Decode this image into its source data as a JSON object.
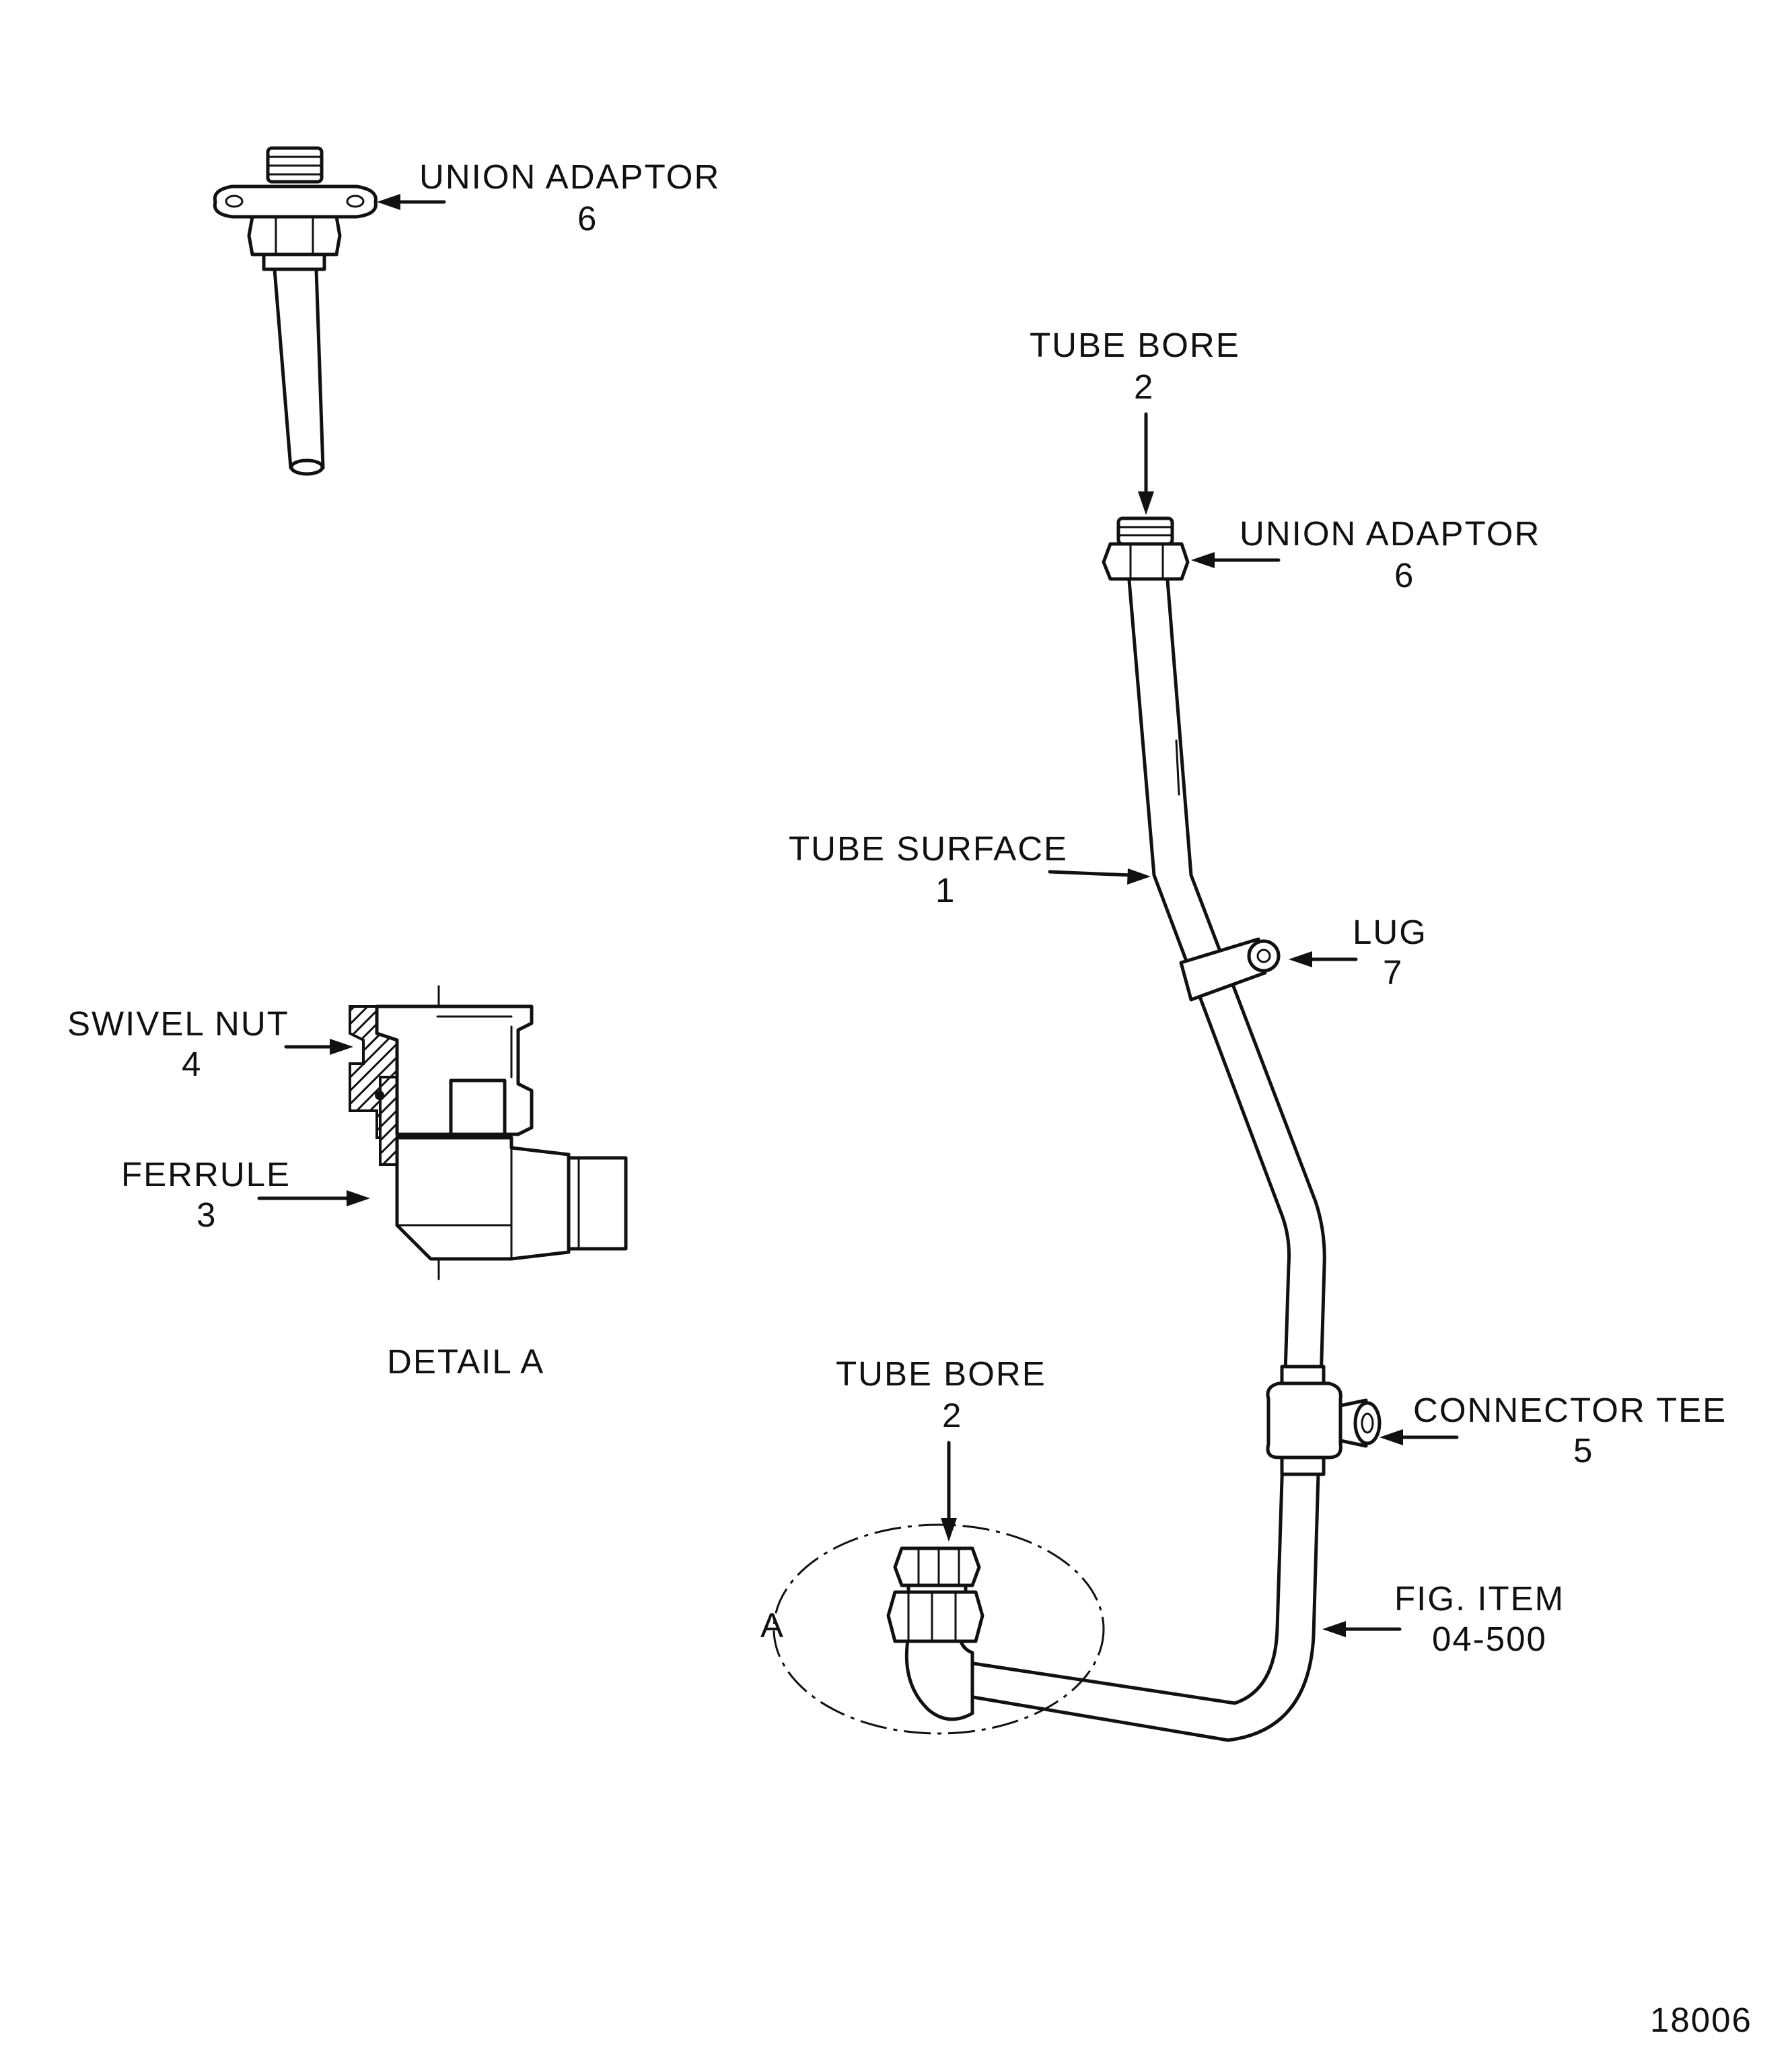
{
  "labels": {
    "union_adaptor_top": {
      "name": "UNION ADAPTOR",
      "num": "6"
    },
    "tube_bore_top": {
      "name": "TUBE BORE",
      "num": "2"
    },
    "union_adaptor_right": {
      "name": "UNION ADAPTOR",
      "num": "6"
    },
    "tube_surface": {
      "name": "TUBE SURFACE",
      "num": "1"
    },
    "lug": {
      "name": "LUG",
      "num": "7"
    },
    "swivel_nut": {
      "name": "SWIVEL NUT",
      "num": "4"
    },
    "ferrule": {
      "name": "FERRULE",
      "num": "3"
    },
    "detail_a": "DETAIL A",
    "tube_bore_bottom": {
      "name": "TUBE BORE",
      "num": "2"
    },
    "connector_tee": {
      "name": "CONNECTOR TEE",
      "num": "5"
    },
    "fig_item": {
      "name": "FIG. ITEM",
      "num": "04-500"
    },
    "detail_marker": "A"
  },
  "figure_number": "18006"
}
